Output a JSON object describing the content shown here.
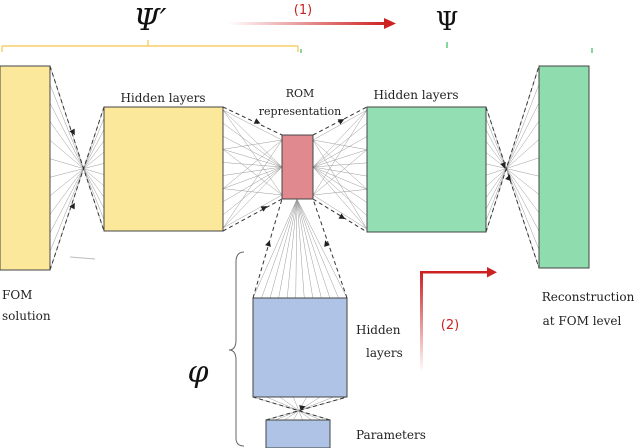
{
  "colors": {
    "fom_yellow": "#fce89a",
    "encoder_yellow": "#fce89a",
    "rom_red": "#e08a8f",
    "decoder_green": "#93dfb3",
    "output_green": "#8fdcae",
    "param_blue": "#aec3e6",
    "bracket_yellow": "#f2c84b",
    "arrow_red": "#cc2222",
    "line_gray": "#999999"
  },
  "symbols": {
    "psi_prime": "Ψ′",
    "psi": "Ψ",
    "phi": "φ"
  },
  "arrows": {
    "step1_label": "(1)",
    "step2_label": "(2)"
  },
  "labels": {
    "encoder_hidden": "Hidden layers",
    "rom_line1": "ROM",
    "rom_line2": "representation",
    "decoder_hidden": "Hidden layers",
    "fom_line1": "FOM",
    "fom_line2": "solution",
    "recon_line1": "Reconstruction",
    "recon_line2": "at FOM level",
    "param_hidden_line1": "Hidden",
    "param_hidden_line2": "layers",
    "parameters": "Parameters"
  }
}
